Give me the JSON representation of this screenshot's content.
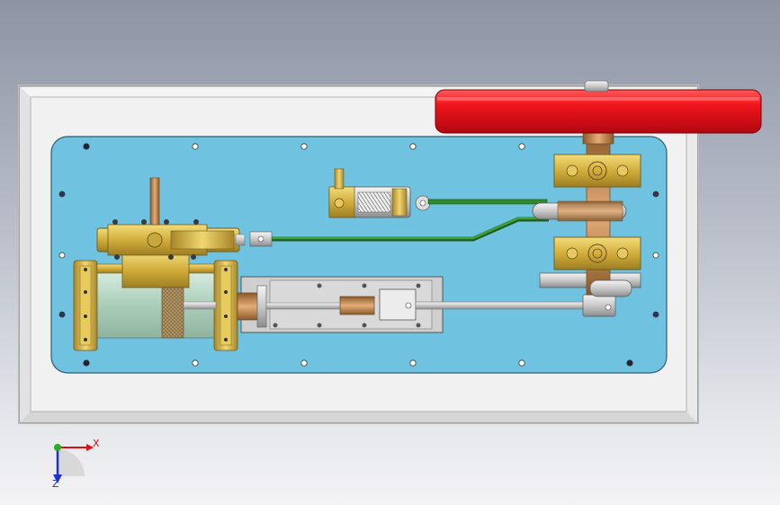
{
  "viewport": {
    "name": "cad-graphics-area",
    "background_top": "#8c93a3",
    "background_bottom": "#f3f3f5"
  },
  "model": {
    "base_plate_color": "#f2f2f2",
    "deck_color": "#6fc3e0",
    "flywheel_color": "#e3141c",
    "brass_color": "#d8b84a",
    "copper_color": "#c98a55",
    "green_rod_color": "#2f8a2f",
    "steel_color": "#c9c9c9",
    "cylinder_glass_color": "#b8d8c8"
  },
  "triad": {
    "x_label": "X",
    "y_label": "Z",
    "x_color": "#e01010",
    "y_color": "#2030d0",
    "origin_color": "#20b020"
  }
}
